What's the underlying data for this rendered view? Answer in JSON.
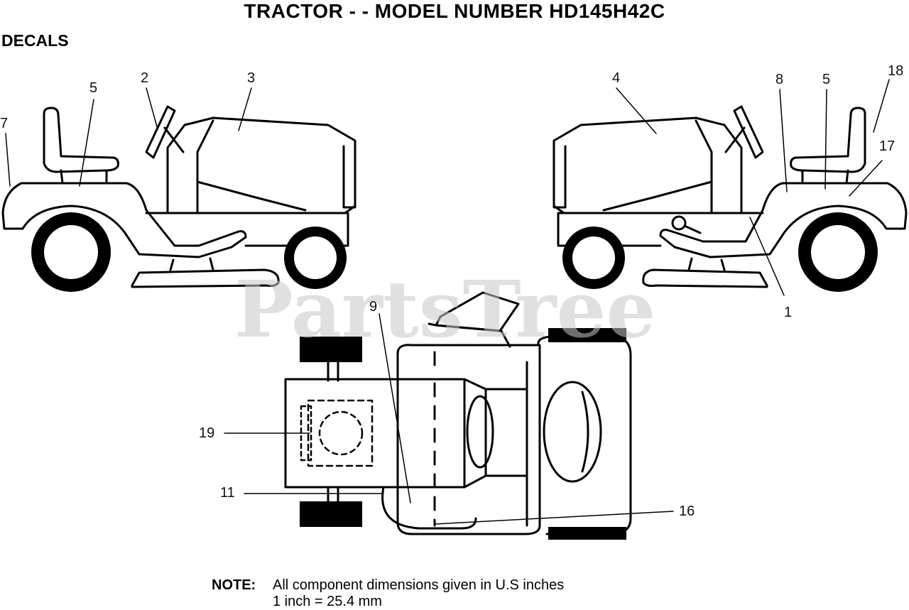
{
  "header": {
    "title": "TRACTOR - - MODEL NUMBER HD145H42C"
  },
  "section": {
    "title": "DECALS"
  },
  "watermark": "PartsTree",
  "callouts": {
    "c1": "1",
    "c2": "2",
    "c3": "3",
    "c4": "4",
    "c5a": "5",
    "c5b": "5",
    "c7": "7",
    "c8": "8",
    "c9": "9",
    "c11": "11",
    "c16": "16",
    "c17": "17",
    "c18": "18",
    "c19": "19"
  },
  "note": {
    "label": "NOTE:",
    "line1": "All component dimensions given in U.S  inches",
    "line2": "1 inch = 25.4 mm"
  }
}
